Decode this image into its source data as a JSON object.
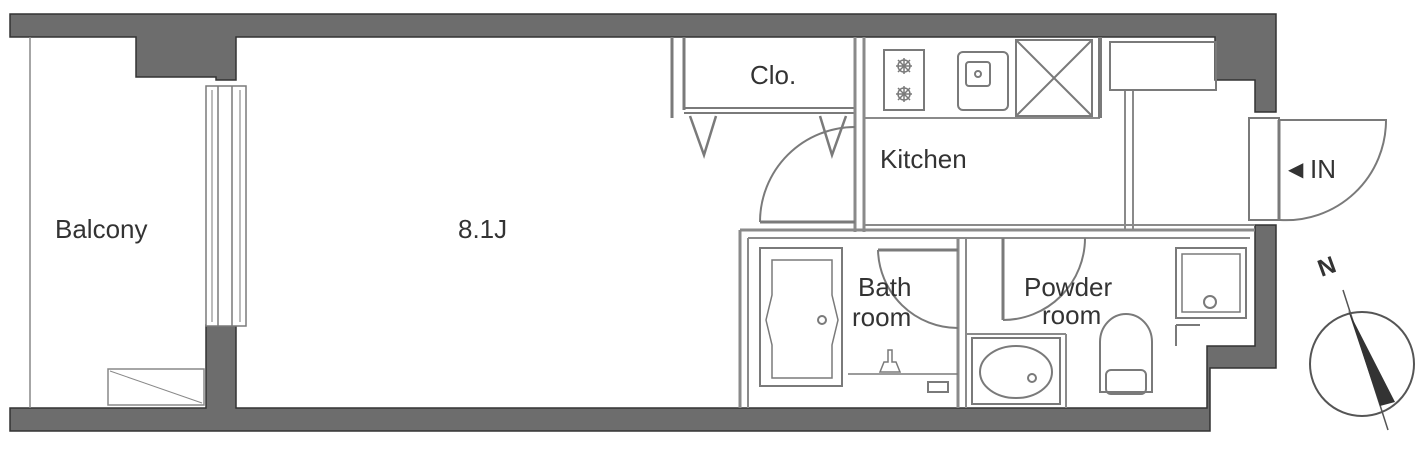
{
  "floor_plan": {
    "rooms": {
      "balcony": "Balcony",
      "main_room": "8.1J",
      "closet": "Clo.",
      "kitchen": "Kitchen",
      "bath_line1": "Bath",
      "bath_line2": "room",
      "powder_line1": "Powder",
      "powder_line2": "room"
    },
    "entrance": {
      "arrow": "◀",
      "label": "IN"
    },
    "compass": {
      "label": "N"
    }
  },
  "colors": {
    "wall": "#6d6d6d",
    "line": "#7a7a7a",
    "text": "#333333",
    "background": "#ffffff"
  }
}
